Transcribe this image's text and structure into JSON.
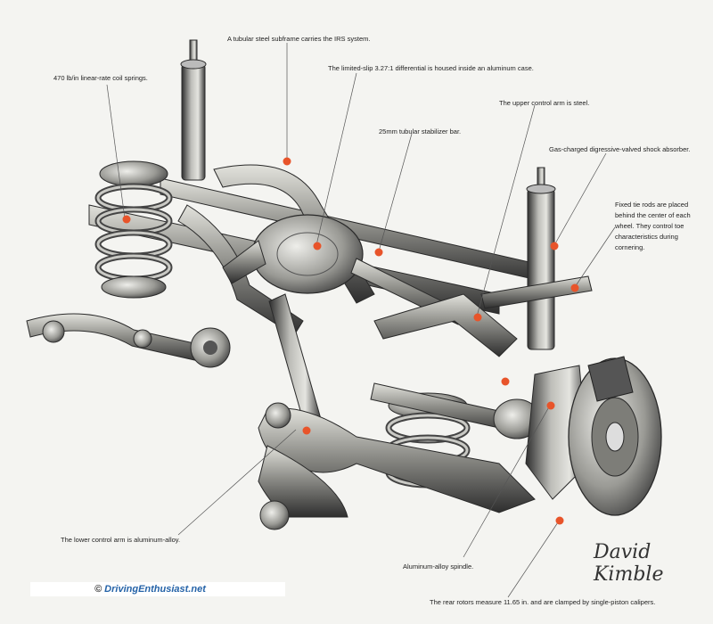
{
  "labels": {
    "subframe": "A tubular steel subframe carries the IRS system.",
    "coil_springs": "470 lb/in linear-rate coil springs.",
    "differential": "The limited-slip 3.27:1 differential is housed inside an aluminum case.",
    "upper_arm": "The upper control arm is steel.",
    "stabilizer": "25mm tubular stabilizer bar.",
    "shock": "Gas-charged digressive-valved shock absorber.",
    "tie_rods": "Fixed tie rods are placed behind the center of each wheel. They control toe characteristics during cornering.",
    "lower_arm": "The lower control arm is aluminum-alloy.",
    "spindle": "Aluminum-alloy spindle.",
    "rotors": "The rear rotors measure 11.65 in. and are clamped by single-piston calipers."
  },
  "footer": {
    "copyright_symbol": "©",
    "site": "DrivingEnthusiast.net"
  },
  "signature": "David Kimble",
  "colors": {
    "marker": "#e8542a",
    "metal_dark": "#3b3b3b",
    "metal_mid": "#8a8a86",
    "metal_light": "#cfcfca",
    "leader": "#555555"
  }
}
